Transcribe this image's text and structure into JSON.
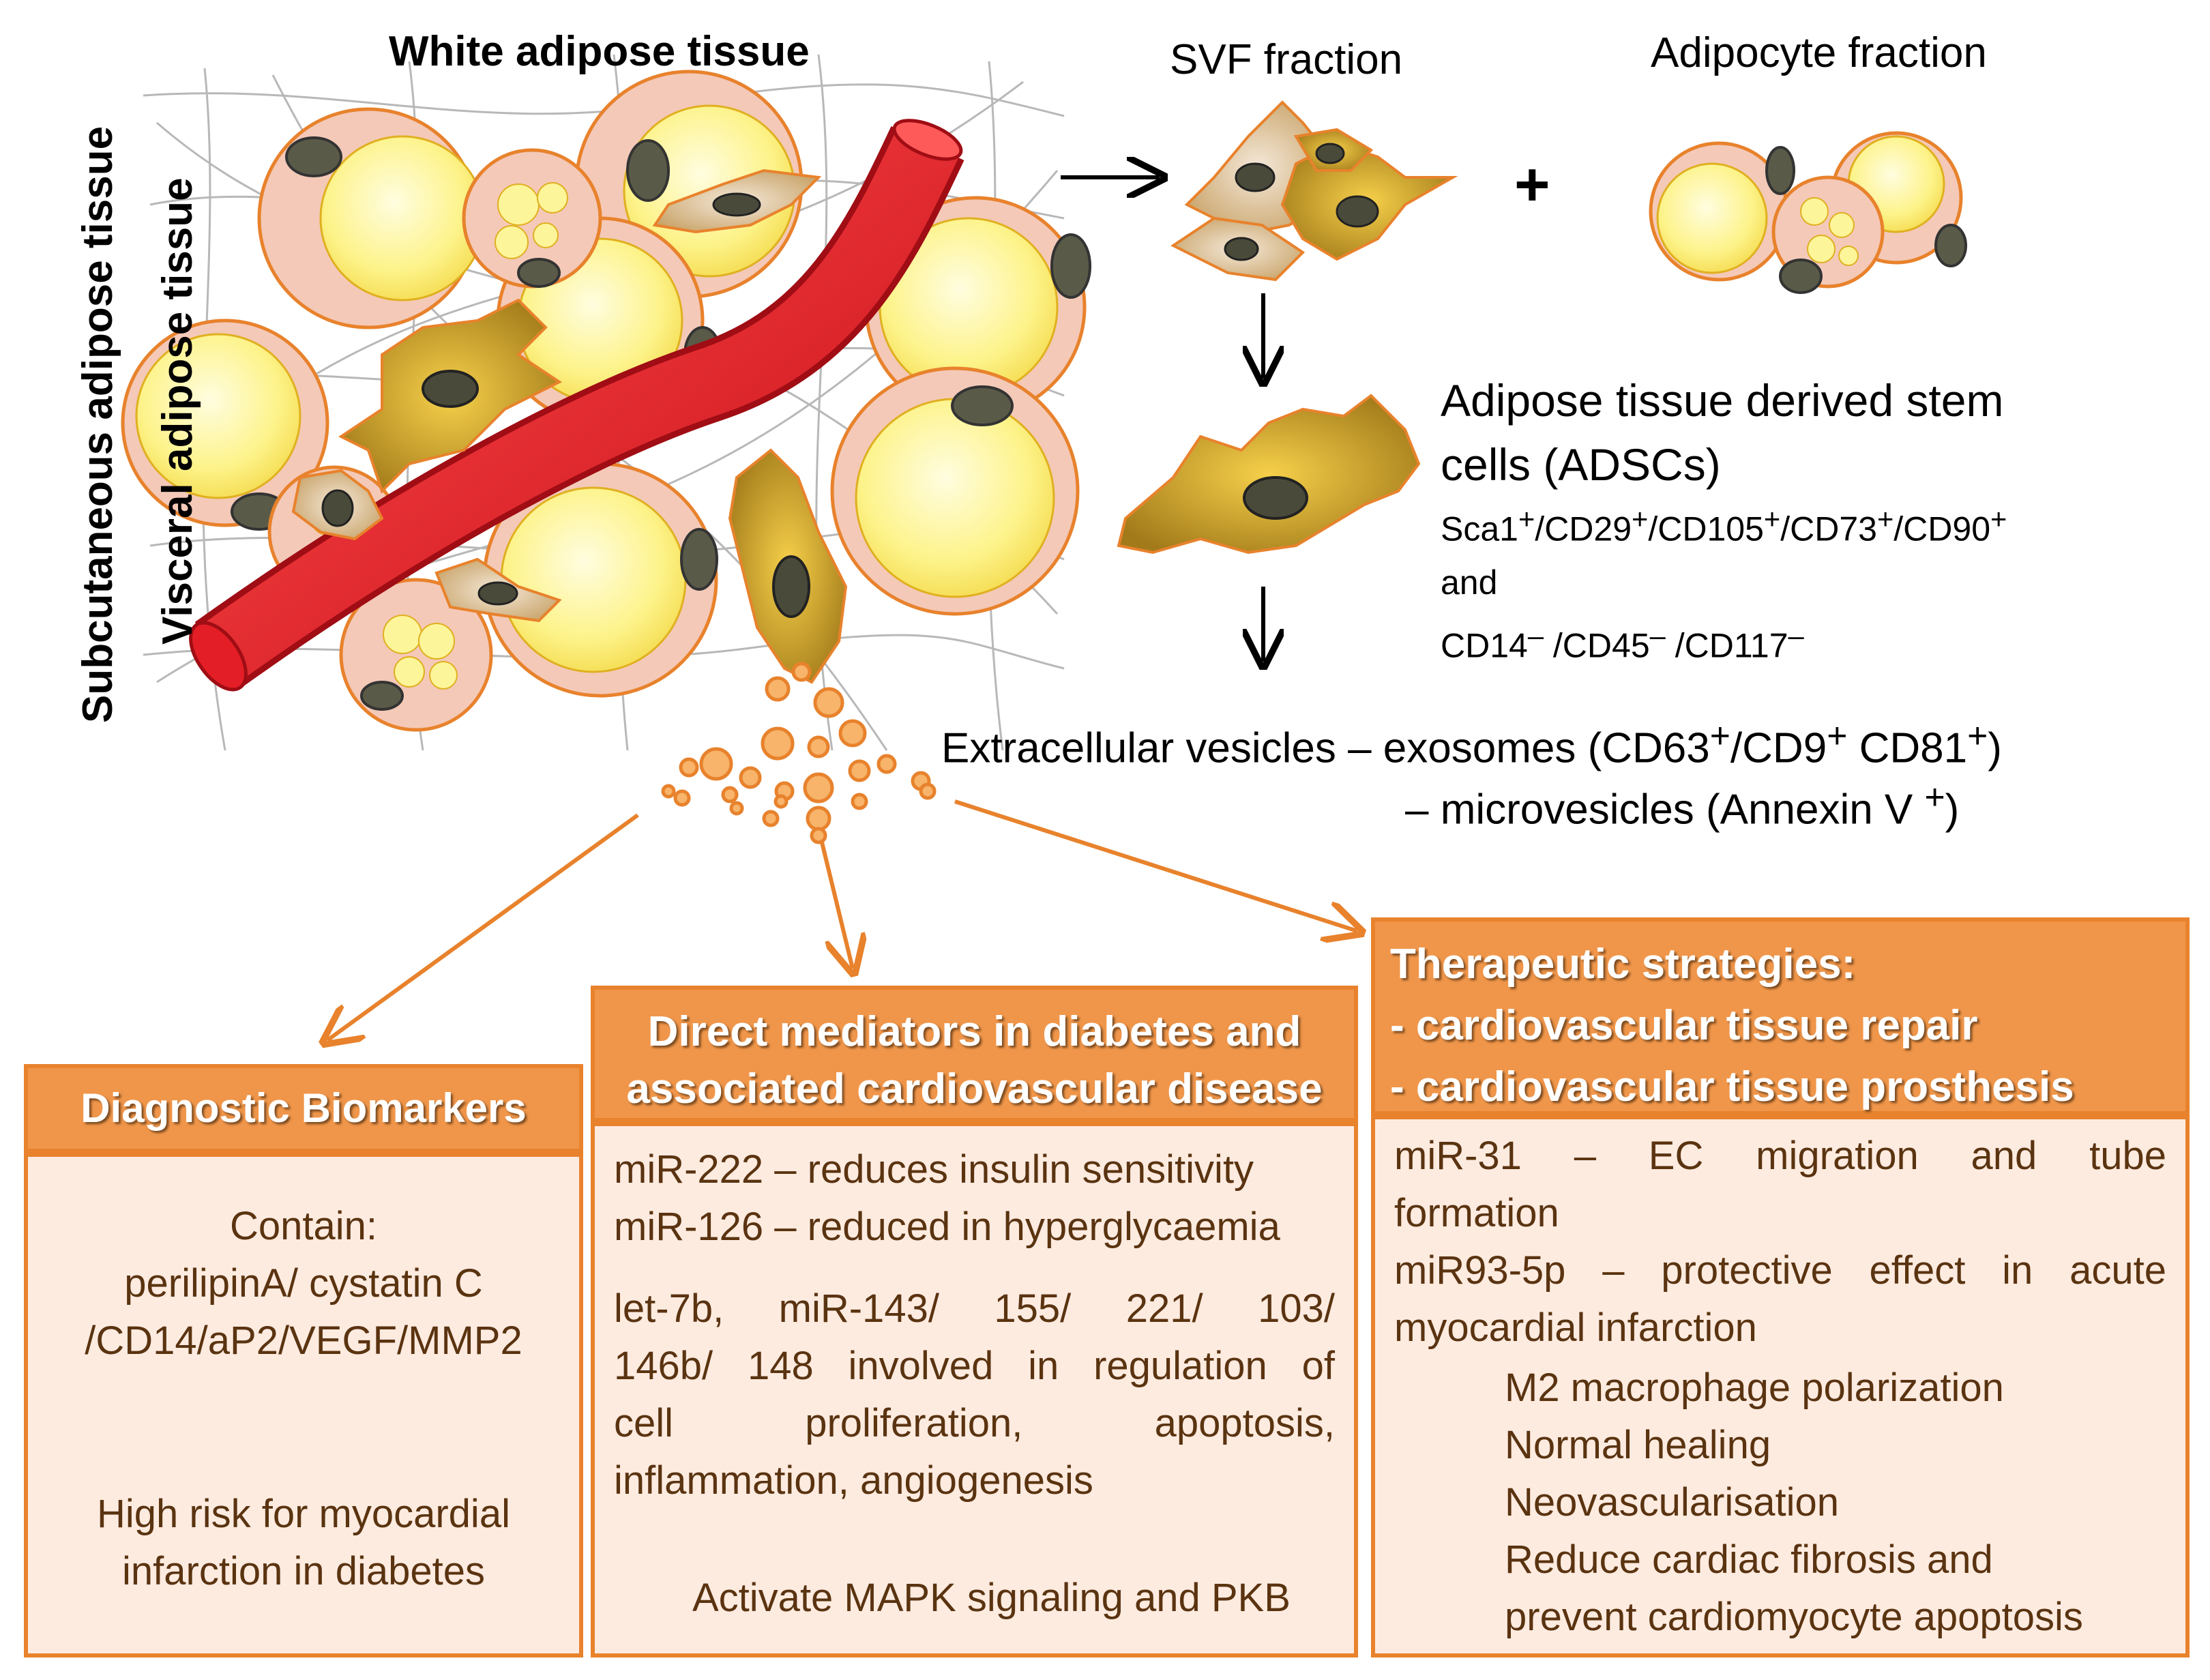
{
  "tissue": {
    "title": "White adipose tissue",
    "subcutaneous": "Subcutaneous adipose tissue",
    "visceral": "Visceral adipose tissue"
  },
  "fractions": {
    "svf": "SVF fraction",
    "adipocyte": "Adipocyte fraction",
    "plus": "+"
  },
  "adscs": {
    "line1": "Adipose tissue derived stem",
    "line2": "cells (ADSCs)",
    "markers_pos": [
      "Sca1",
      "+",
      "/CD29",
      "+",
      "/CD105",
      "+",
      "/CD73",
      "+",
      "/CD90",
      "+"
    ],
    "and": "and",
    "markers_neg": [
      "CD14",
      "–",
      " /CD45",
      "–",
      " /CD117",
      "–"
    ]
  },
  "vesicles": {
    "line1_prefix": "Extracellular  vesicles – exosomes (CD63",
    "sup1": "+",
    "mid1": "/CD9",
    "sup2": "+",
    "mid2": " CD81",
    "sup3": "+",
    "end1": ")",
    "line2_prefix": "– microvesicles  (Annexin V ",
    "sup4": "+",
    "end2": ")"
  },
  "diagnostic": {
    "header": "Diagnostic Biomarkers",
    "contain": "Contain:",
    "line1": "perilipinA/ cystatin C",
    "line2": "/CD14/aP2/VEGF/MMP2",
    "risk1": "High risk for myocardial",
    "risk2": "infarction in diabetes"
  },
  "mediators": {
    "header1": "Direct mediators in diabetes and",
    "header2": "associated cardiovascular disease",
    "l1": "miR-222 –  reduces insulin sensitivity",
    "l2": "miR-126 – reduced in hyperglycaemia",
    "p1": "let-7b, miR-143/ 155/ 221/ 103/",
    "p2": "146b/ 148 involved in regulation of",
    "p3": "cell proliferation, apoptosis,",
    "p4": "inflammation, angiogenesis",
    "activate": "Activate MAPK signaling and PKB"
  },
  "therapeutic": {
    "header1": "Therapeutic strategies:",
    "header2": "-  cardiovascular tissue repair",
    "header3": "-  cardiovascular tissue    prosthesis",
    "m1a": "miR-31 – EC migration and tube",
    "m1b": "formation",
    "m2a": "miR93-5p – protective effect in acute",
    "m2b": "myocardial infarction",
    "e1": "M2 macrophage polarization",
    "e2": "Normal healing",
    "e3": "Neovascularisation",
    "e4": "Reduce cardiac fibrosis and",
    "e5": "prevent cardiomyocyte apoptosis"
  },
  "colors": {
    "accent": "#e8822c",
    "box_fill": "#fdebe0",
    "header_fill": "#f0964a",
    "vessel": "#e41e26",
    "fat": "#fdf59a",
    "cell_membrane": "#f4c9b8",
    "stem_cell": "#d9a62a",
    "text_brown": "#5a3310"
  }
}
